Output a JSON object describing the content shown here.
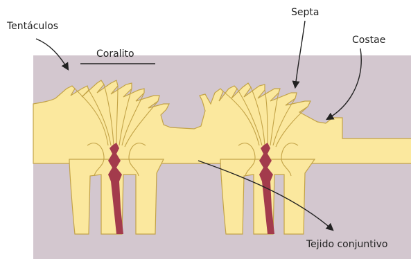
{
  "labels": {
    "tentacles": "Tentáculos",
    "corallite": "Coralito",
    "septa": "Septa",
    "costae": "Costae",
    "connective_tissue": "Tejido conjuntivo"
  },
  "colors": {
    "background": "#d3c7cf",
    "polyp_tissue": "#fbe89e",
    "tissue_outline": "#c3a347",
    "skeleton": "#a33b4c",
    "arrow": "#222222"
  }
}
